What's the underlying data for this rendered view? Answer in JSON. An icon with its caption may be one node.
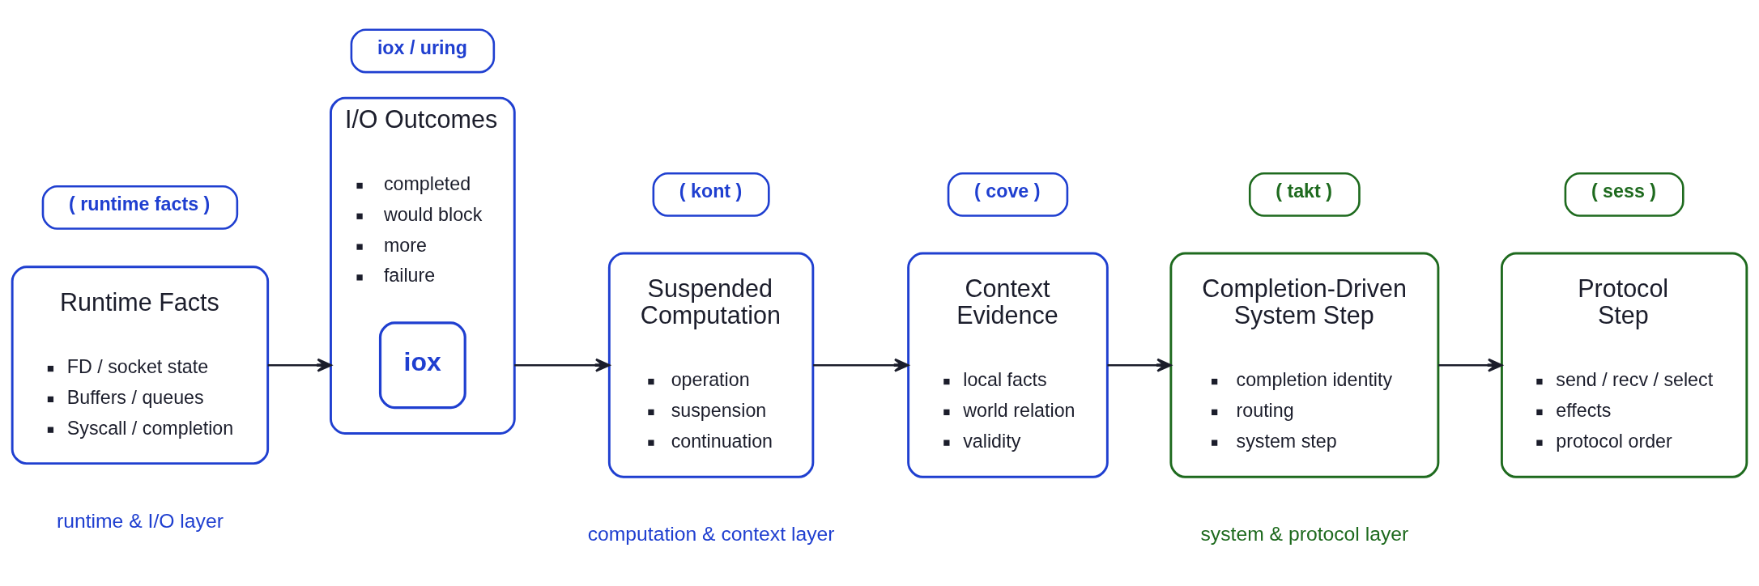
{
  "diagram": {
    "nodes": [
      {
        "text": [
          "( runtime facts )"
        ]
      },
      {
        "text": [
          "iox / uring"
        ]
      },
      {
        "text": [
          "( kont )"
        ]
      },
      {
        "text": [
          "( cove )"
        ]
      },
      {
        "text": [
          "( takt )"
        ]
      },
      {
        "text": [
          "( sess )"
        ]
      },
      {
        "text": [
          "Runtime Facts",
          "FD / socket state",
          "Buffers / queues",
          "Syscall / completion"
        ]
      },
      {
        "text": [
          "I/O Outcomes",
          "completed",
          "would block",
          "more",
          "failure"
        ]
      },
      {
        "text": [
          "iox"
        ],
        "in": 7
      },
      {
        "text": [
          "Suspended Computation",
          "operation",
          "suspension",
          "continuation"
        ]
      },
      {
        "text": [
          "Context Evidence",
          "local facts",
          "world relation",
          "validity"
        ]
      },
      {
        "text": [
          "Completion-Driven System Step",
          "completion identity",
          "routing",
          "system step"
        ]
      },
      {
        "text": [
          "Protocol Step",
          "send / recv / select",
          "effects",
          "protocol order"
        ]
      }
    ],
    "edges": [
      {
        "from": 6,
        "to": 7,
        "arrow": "to"
      },
      {
        "from": 7,
        "to": 9,
        "arrow": "to"
      },
      {
        "from": 9,
        "to": 10,
        "arrow": "to"
      },
      {
        "from": 10,
        "to": 11,
        "arrow": "to"
      },
      {
        "from": 11,
        "to": 12,
        "arrow": "to"
      }
    ],
    "labels": [
      "runtime & I/O layer",
      "computation & context layer",
      "system & protocol layer"
    ]
  }
}
